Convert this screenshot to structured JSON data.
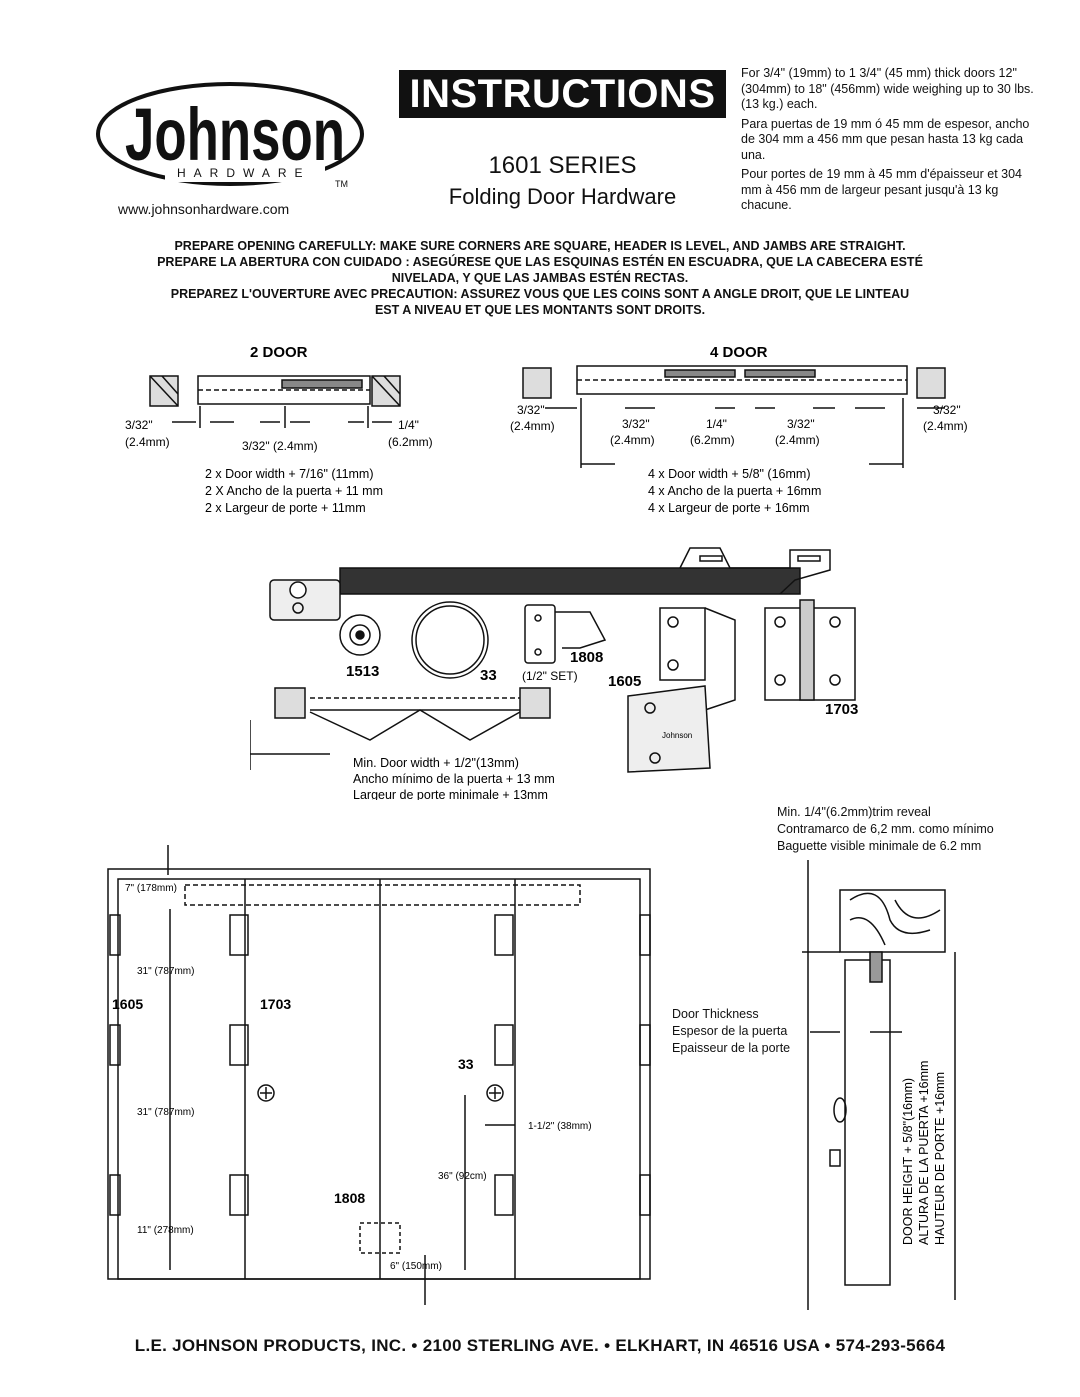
{
  "header": {
    "brand_name": "Johnson",
    "brand_sub": "HARDWARE",
    "tm": "TM",
    "website": "www.johnsonhardware.com",
    "banner": "INSTRUCTIONS",
    "series": "1601 SERIES",
    "product": "Folding Door Hardware"
  },
  "specs": [
    "For 3/4\" (19mm) to 1 3/4\" (45 mm) thick doors 12\" (304mm) to 18\" (456mm) wide weighing up to 30 lbs. (13 kg.) each.",
    "Para puertas de 19 mm ó 45 mm de espesor, ancho de 304 mm a 456 mm que pesan hasta 13 kg cada una.",
    "Pour portes de 19 mm à 45 mm d'épaisseur et 304 mm à 456 mm de largeur pesant jusqu'à 13 kg chacune."
  ],
  "prepare": [
    "PREPARE OPENING CAREFULLY: MAKE SURE CORNERS ARE SQUARE, HEADER IS LEVEL, AND JAMBS ARE STRAIGHT.",
    "PREPARE LA ABERTURA CON CUIDADO : ASEGÚRESE QUE LAS ESQUINAS ESTÉN EN ESCUADRA, QUE LA CABECERA ESTÉ",
    "NIVELADA, Y QUE LAS JAMBAS ESTÉN RECTAS.",
    "PREPAREZ L'OUVERTURE AVEC PRECAUTION: ASSUREZ VOUS QUE LES COINS SONT A ANGLE  DROIT, QUE LE LINTEAU",
    "EST A NIVEAU ET QUE LES MONTANTS SONT DROITS."
  ],
  "two_door": {
    "title": "2 DOOR",
    "gap_left": "3/32\"",
    "gap_left_mm": "(2.4mm)",
    "gap_mid": "3/32\" (2.4mm)",
    "gap_right": "1/4\"",
    "gap_right_mm": "(6.2mm)",
    "formula": [
      "2 x Door width + 7/16\" (11mm)",
      "2 X Ancho de la puerta + 11 mm",
      "2 x Largeur de porte + 11mm"
    ]
  },
  "four_door": {
    "title": "4 DOOR",
    "gap_a": "3/32\"",
    "gap_a_mm": "(2.4mm)",
    "gap_b": "3/32\"",
    "gap_b_mm": "(2.4mm)",
    "gap_c": "1/4\"",
    "gap_c_mm": "(6.2mm)",
    "gap_d": "3/32\"",
    "gap_d_mm": "(2.4mm)",
    "gap_e": "3/32\"",
    "gap_e_mm": "(2.4mm)",
    "formula": [
      "4 x Door width + 5/8\" (16mm)",
      "4 x Ancho de la puerta + 16mm",
      "4 x Largeur de porte + 16mm"
    ]
  },
  "parts": {
    "p1513": "1513",
    "p33": "33",
    "p1808": "1808",
    "p1808_set": "(1/2\" SET)",
    "p1605": "1605",
    "p1703": "1703",
    "plate_brand": "Johnson"
  },
  "min_width": [
    "Min. Door width + 1/2\"(13mm)",
    "Ancho mínimo de la puerta + 13 mm",
    "Largeur de porte minimale + 13mm"
  ],
  "trim": [
    "Min. 1/4\"(6.2mm)trim reveal",
    "Contramarco de 6,2 mm. como mínimo",
    "Baguette visible minimale de 6.2 mm"
  ],
  "elevation": {
    "top_offset": "7\" (178mm)",
    "span1": "31\" (787mm)",
    "span2": "31\" (787mm)",
    "bottom_offset": "11\" (278mm)",
    "label_1605": "1605",
    "label_1703": "1703",
    "label_33": "33",
    "label_1808": "1808",
    "knob_offset": "1-1/2\" (38mm)",
    "knob_height": "36\" (92cm)",
    "bottom_gap": "6\" (150mm)"
  },
  "section": {
    "thickness": [
      "Door Thickness",
      "Espesor de la puerta",
      "Epaisseur de la porte"
    ],
    "height": [
      "DOOR HEIGHT + 5/8\"(16mm)",
      "ALTURA DE LA PUERTA +16mm",
      "HAUTEUR DE PORTE +16mm"
    ]
  },
  "footer": "L.E. JOHNSON PRODUCTS, INC. • 2100 STERLING AVE. • ELKHART, IN 46516 USA • 574-293-5664"
}
